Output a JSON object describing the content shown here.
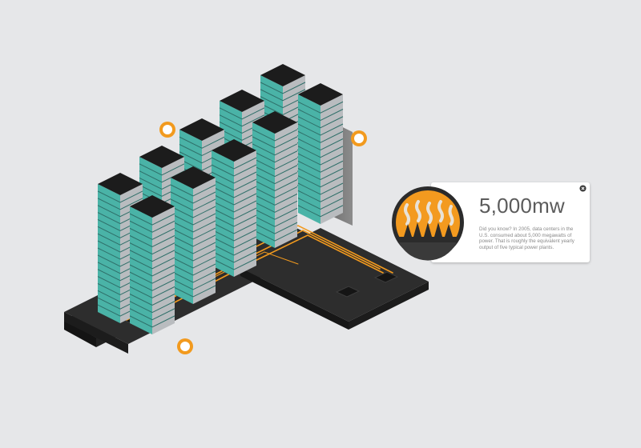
{
  "infographic": {
    "stat_value": "5,000mw",
    "stat_text": "Did you know? In 2005, data centers in the U.S. consumed about 5,000 megawatts of power. That is roughly the equivalent yearly output of five typical power plants.",
    "hotspots": [
      "hotspot-top",
      "hotspot-right",
      "hotspot-bottom"
    ],
    "colors": {
      "background": "#e6e7e9",
      "floor": "#2b2b2b",
      "server_teal": "#4ab3a7",
      "rack_top": "#1c1c1c",
      "cable_orange": "#f29a1e",
      "hotspot_ring": "#f29a1e"
    },
    "icons": {
      "close": "close-icon",
      "badge": "flame-heat-icon"
    }
  }
}
